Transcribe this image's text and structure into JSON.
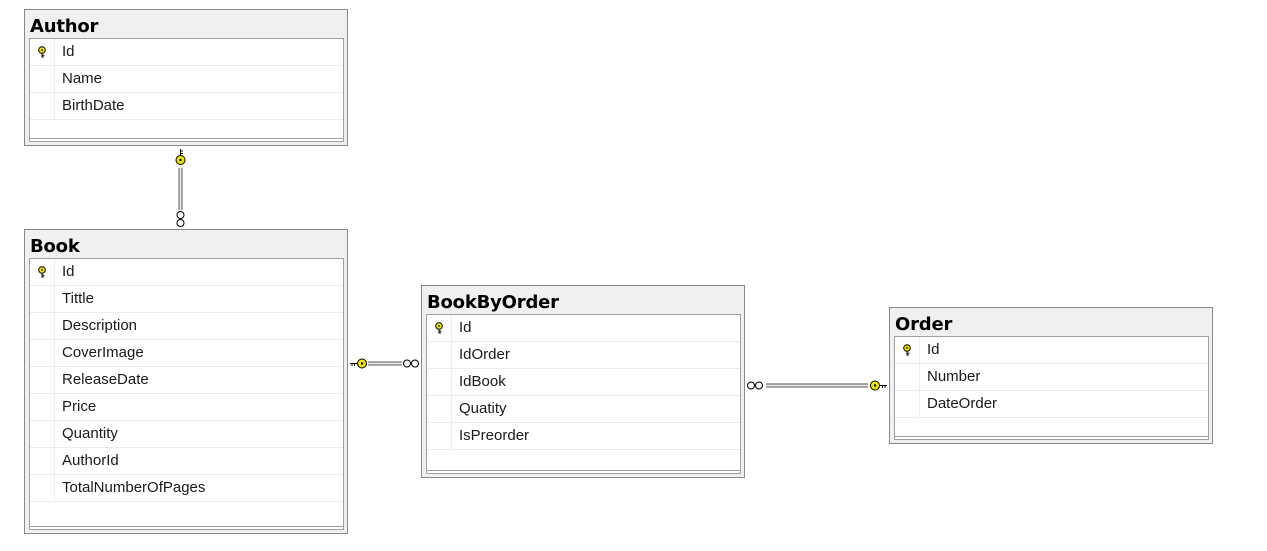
{
  "tables": {
    "author": {
      "title": "Author",
      "columns": [
        "Id",
        "Name",
        "BirthDate"
      ]
    },
    "book": {
      "title": "Book",
      "columns": [
        "Id",
        "Tittle",
        "Description",
        "CoverImage",
        "ReleaseDate",
        "Price",
        "Quantity",
        "AuthorId",
        "TotalNumberOfPages"
      ]
    },
    "bookbyorder": {
      "title": "BookByOrder",
      "columns": [
        "Id",
        "IdOrder",
        "IdBook",
        "Quatity",
        "IsPreorder"
      ]
    },
    "order": {
      "title": "Order",
      "columns": [
        "Id",
        "Number",
        "DateOrder"
      ]
    }
  },
  "colors": {
    "key_icon": "#f2e600",
    "connector": "#7a7a7a"
  },
  "icons": {
    "primary_key": "key-icon",
    "one_end": "key-icon",
    "many_end": "infinity-icon"
  }
}
